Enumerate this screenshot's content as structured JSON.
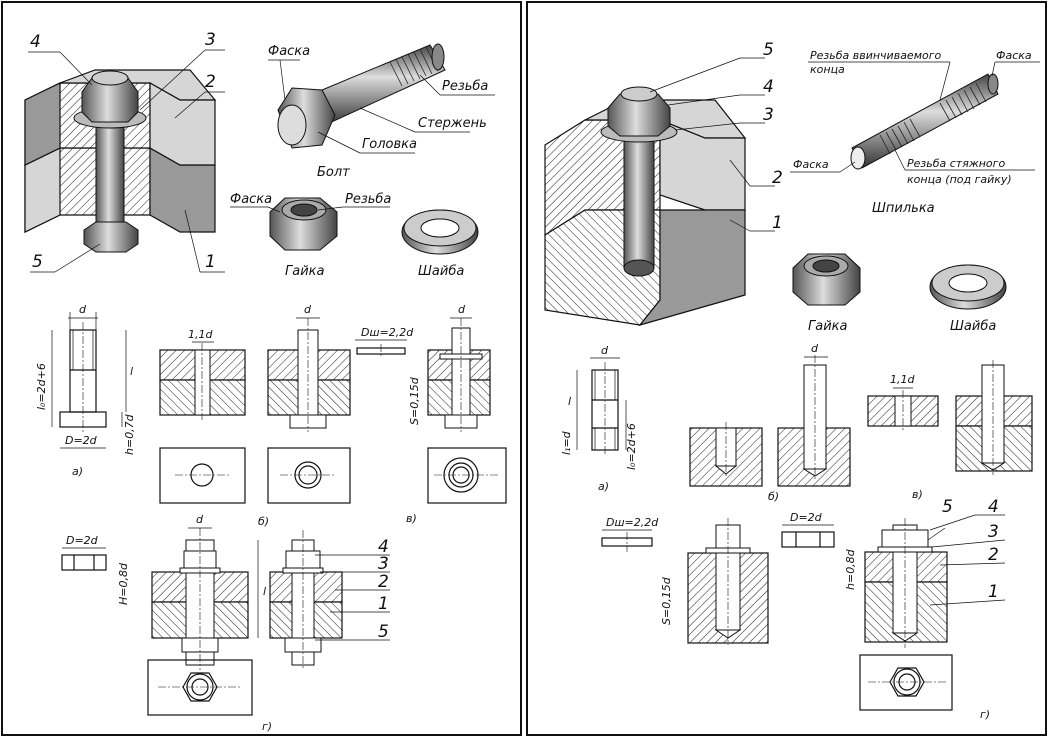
{
  "left_panel": {
    "parts": {
      "n4": "4",
      "n3": "3",
      "n2": "2",
      "n5": "5",
      "n1": "1"
    },
    "bolt": {
      "chamfer": "Фаска",
      "thread": "Резьба",
      "shank": "Стержень",
      "head": "Головка",
      "name": "Болт"
    },
    "nut": {
      "chamfer": "Фаска",
      "thread": "Резьба",
      "name": "Гайка"
    },
    "washer": {
      "name": "Шайба"
    },
    "dims": {
      "d_a": "d",
      "l0": "l₀=2d+6",
      "l": "l",
      "D": "D=2d",
      "h": "h=0,7d",
      "d11": "1,1d",
      "d_b": "d",
      "Dw": "Dш=2,2d",
      "S": "S=0,15d",
      "d_v": "d",
      "D_nut": "D=2d",
      "H": "H=0,8d",
      "d_g": "d",
      "l_g": "l"
    },
    "labels": {
      "a": "а)",
      "b": "б)",
      "v": "в)",
      "g": "г)"
    },
    "assembly": {
      "n4": "4",
      "n3": "3",
      "n2": "2",
      "n1": "1",
      "n5": "5"
    }
  },
  "right_panel": {
    "parts": {
      "n5": "5",
      "n4": "4",
      "n3": "3",
      "n2": "2",
      "n1": "1"
    },
    "stud": {
      "screw_thread_1": "Резьба ввинчиваемого",
      "screw_thread_2": "конца",
      "chamfer_top": "Фаска",
      "chamfer_left": "Фаска",
      "tight_thread_1": "Резьба стяжного",
      "tight_thread_2": "конца (под гайку)",
      "name": "Шпилька"
    },
    "nut": {
      "name": "Гайка"
    },
    "washer": {
      "name": "Шайба"
    },
    "dims": {
      "d_a": "d",
      "l": "l",
      "l1": "l₁=d",
      "l0": "l₀=2d+6",
      "d_hole": "d",
      "d11": "1,1d",
      "Dw": "Dш=2,2d",
      "S": "S=0,15d",
      "D_nut": "D=2d",
      "h": "h=0,8d"
    },
    "labels": {
      "a": "а)",
      "b": "б)",
      "v": "в)",
      "g": "г)"
    },
    "assembly": {
      "n5": "5",
      "n4": "4",
      "n3": "3",
      "n2": "2",
      "n1": "1"
    }
  }
}
